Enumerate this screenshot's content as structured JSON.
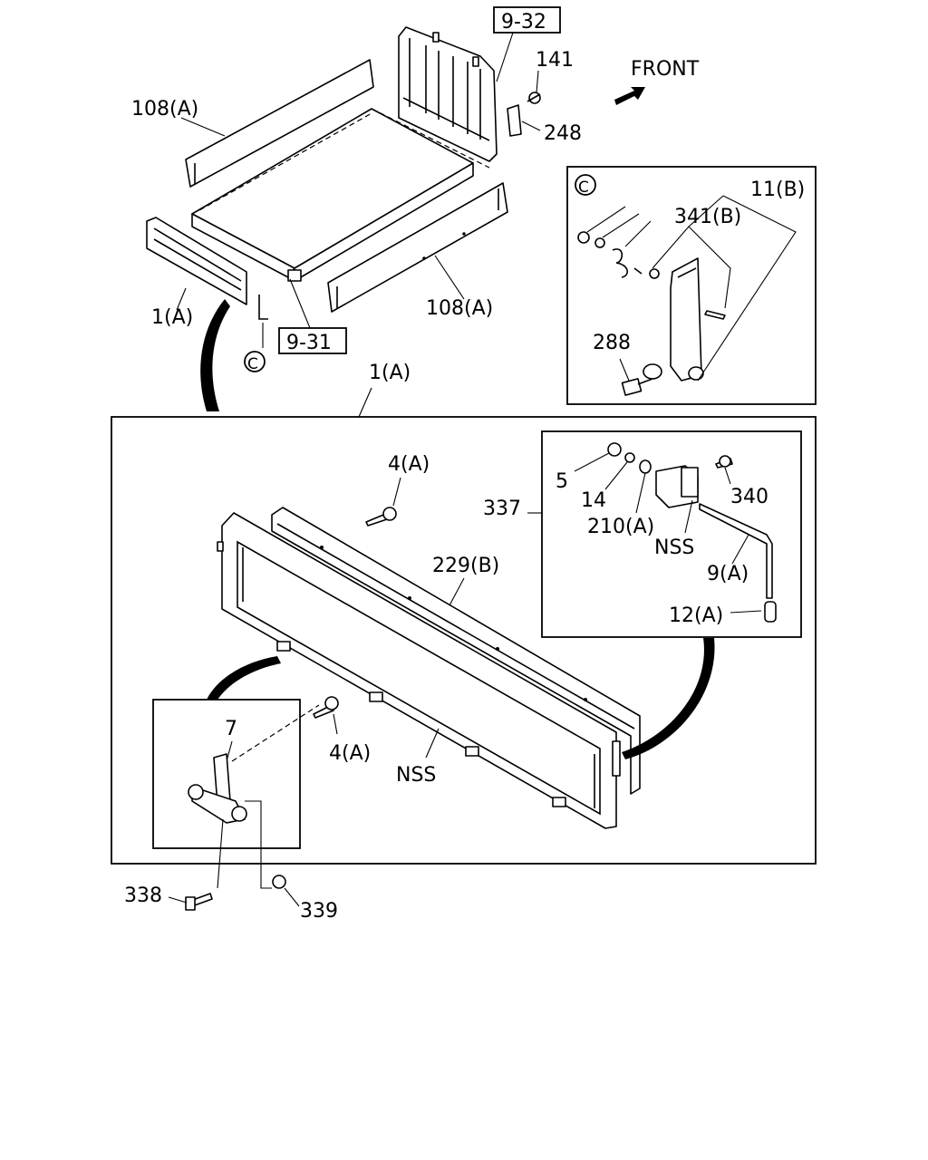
{
  "labels": {
    "ref_9_32": "9-32",
    "ref_9_31": "9-31",
    "front": "FRONT",
    "p141": "141",
    "p248": "248",
    "p108_top": "108(A)",
    "p108_bottom": "108(A)",
    "p1_left": "1(A)",
    "p1_main": "1(A)",
    "detail_c_marker": "C",
    "detail_c_box": "C",
    "p11b": "11(B)",
    "p341b": "341(B)",
    "p288": "288",
    "p4a_top": "4(A)",
    "p337": "337",
    "p229b": "229(B)",
    "p5": "5",
    "p14": "14",
    "p210a": "210(A)",
    "nss_inset": "NSS",
    "p340": "340",
    "p9a": "9(A)",
    "p12a": "12(A)",
    "p7": "7",
    "p4a_bottom": "4(A)",
    "nss_main": "NSS",
    "p338": "338",
    "p339": "339"
  },
  "icons": {
    "front_arrow": "arrow-icon",
    "detail_marker": "circle-letter-icon"
  }
}
